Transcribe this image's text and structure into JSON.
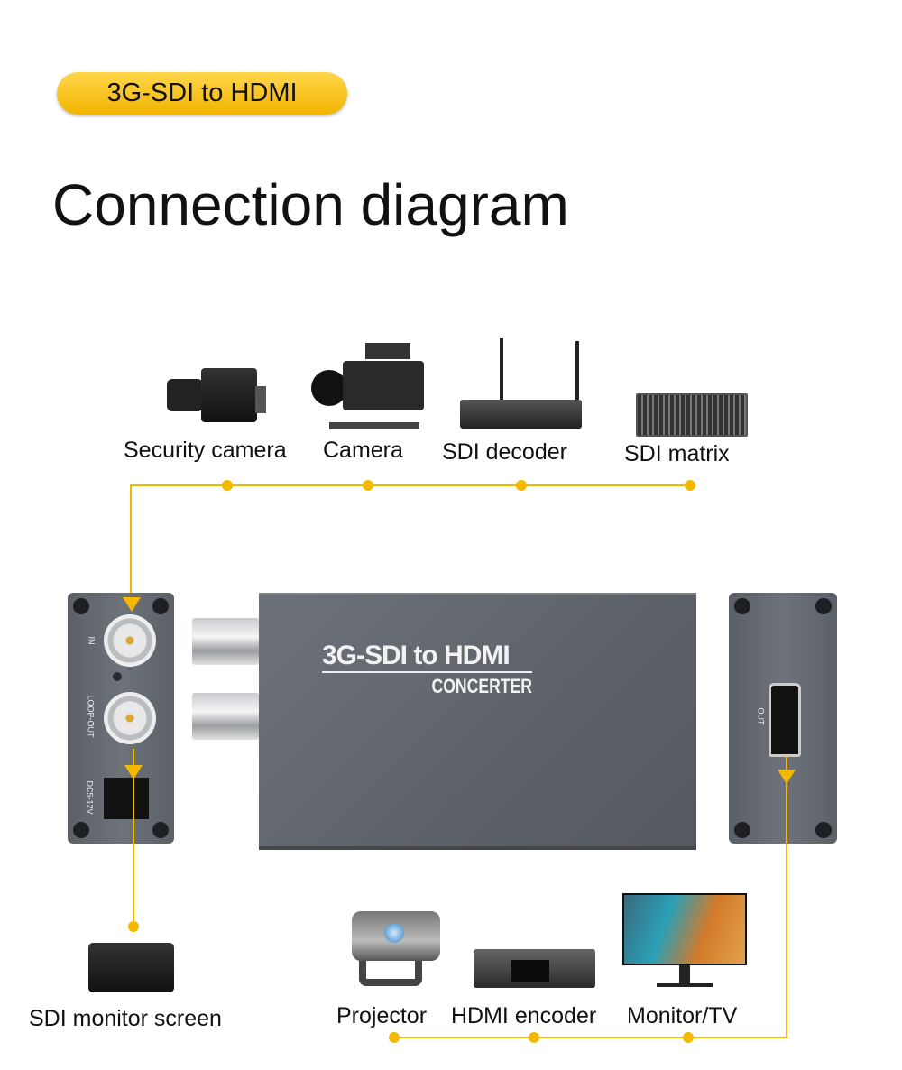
{
  "badge": "3G-SDI to HDMI",
  "title": "Connection diagram",
  "sources": [
    {
      "label": "Security camera",
      "icon": "security-camera-icon"
    },
    {
      "label": "Camera",
      "icon": "camera-icon"
    },
    {
      "label": "SDI decoder",
      "icon": "sdi-decoder-icon"
    },
    {
      "label": "SDI matrix",
      "icon": "sdi-matrix-icon"
    }
  ],
  "device": {
    "name": "3G-SDI to HDMI",
    "subname": "CONCERTER",
    "left_ports": {
      "in": "IN",
      "loop_out": "LOOP-OUT",
      "power": "DC5-12V"
    },
    "right_ports": {
      "out": "OUT"
    }
  },
  "loop_output": {
    "label": "SDI monitor screen",
    "icon": "sdi-monitor-icon"
  },
  "outputs": [
    {
      "label": "Projector",
      "icon": "projector-icon"
    },
    {
      "label": "HDMI encoder",
      "icon": "hdmi-encoder-icon"
    },
    {
      "label": "Monitor/TV",
      "icon": "monitor-tv-icon"
    }
  ],
  "colors": {
    "accent": "#f5b800",
    "device": "#63676e"
  }
}
